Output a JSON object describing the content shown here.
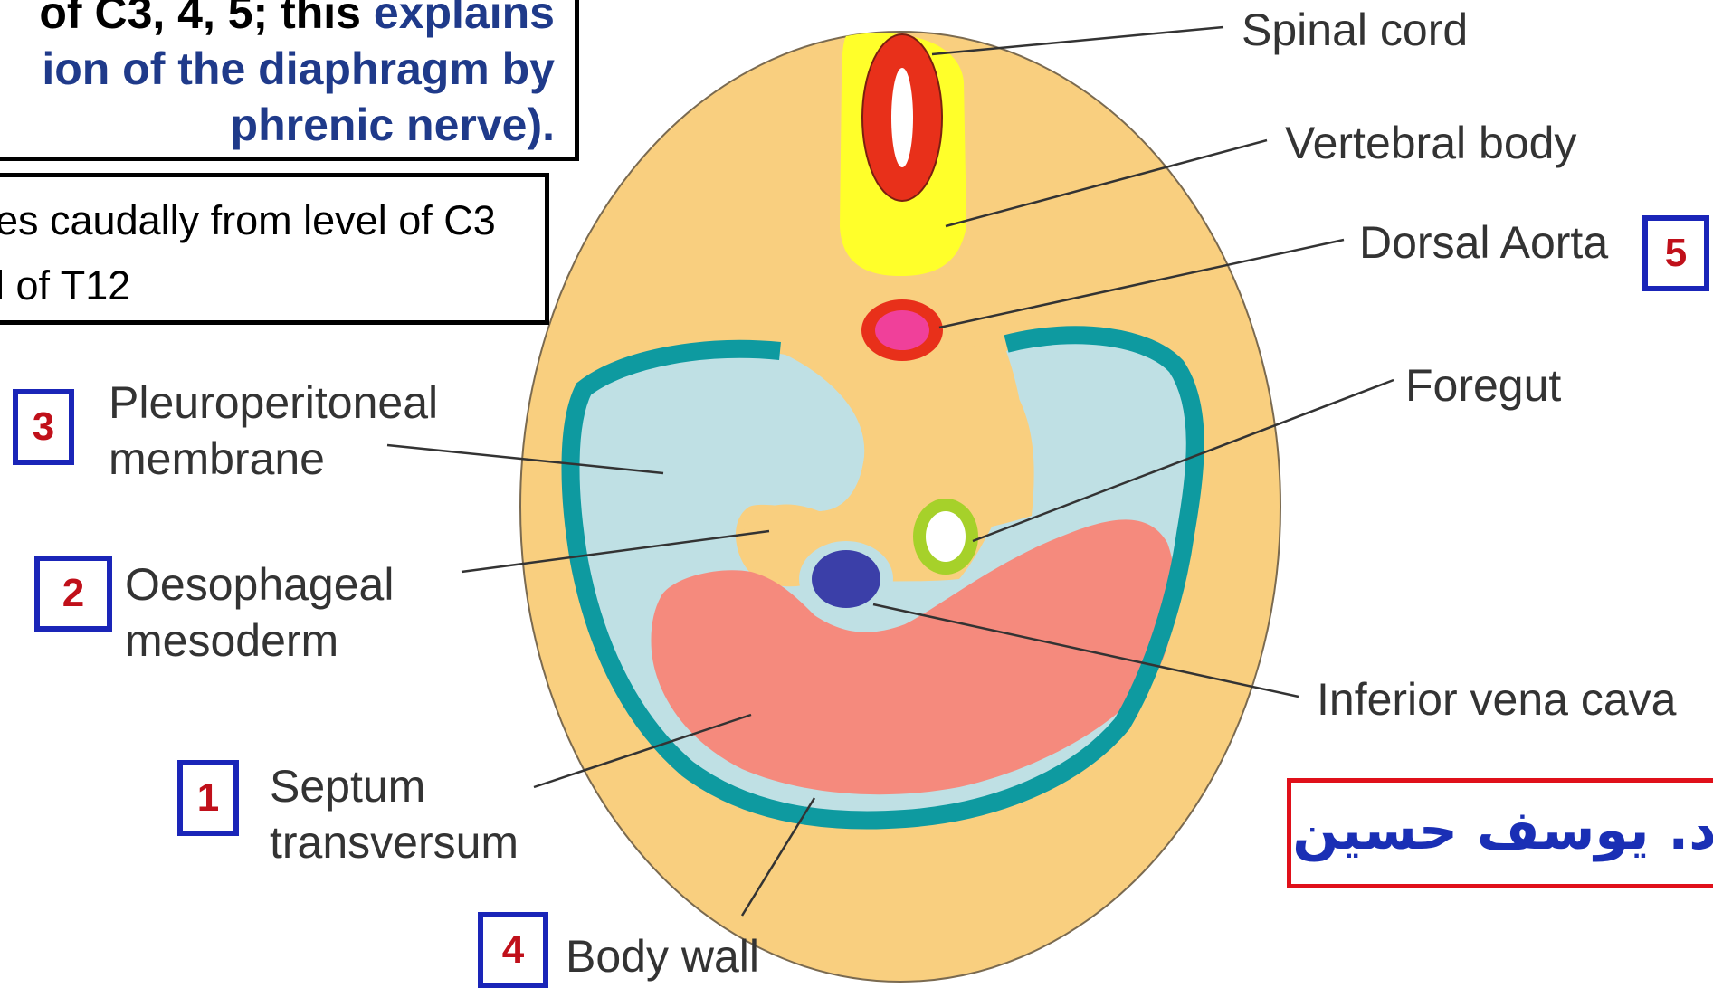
{
  "notes": {
    "top_lines": [
      {
        "black": "of C3, 4, 5; this ",
        "blue": "explains"
      },
      {
        "black": "",
        "blue": "ion of the diaphragm by"
      },
      {
        "black": "",
        "blue": "phrenic nerve)."
      }
    ],
    "mid_lines": [
      "es caudally from level of C3",
      "l of T12"
    ]
  },
  "labels": {
    "spinal_cord": "Spinal cord",
    "vertebral_body": "Vertebral body",
    "dorsal_aorta": "Dorsal Aorta",
    "foregut": "Foregut",
    "inferior_vena_cava": "Inferior vena cava",
    "pleuroperitoneal_1": "Pleuroperitoneal",
    "pleuroperitoneal_2": "membrane",
    "oesophageal_1": "Oesophageal",
    "oesophageal_2": "mesoderm",
    "septum_1": "Septum",
    "septum_2": "transversum",
    "body_wall": "Body wall"
  },
  "numbers": {
    "septum_transversum": "1",
    "oesophageal_mesoderm": "2",
    "pleuroperitoneal_membrane": "3",
    "body_wall": "4",
    "dorsal_aorta": "5"
  },
  "signature": "د. يوسف حسين",
  "colors": {
    "embryo_body": "#f9cf7f",
    "pleural_cavity": "#bfe0e4",
    "body_wall_band": "#0e9aa0",
    "septum_transversum": "#f58a7d",
    "spinal_cord": "#e8301a",
    "vertebral_body": "#ffff2a",
    "dorsal_aorta_fill": "#f0409a",
    "foregut_ring": "#a6d12a",
    "ivc_fill": "#3b3fa8",
    "number_box_border": "#1a25b8",
    "number_text": "#c0101a",
    "signature_border": "#e0101a",
    "signature_text": "#1a2fb5"
  }
}
